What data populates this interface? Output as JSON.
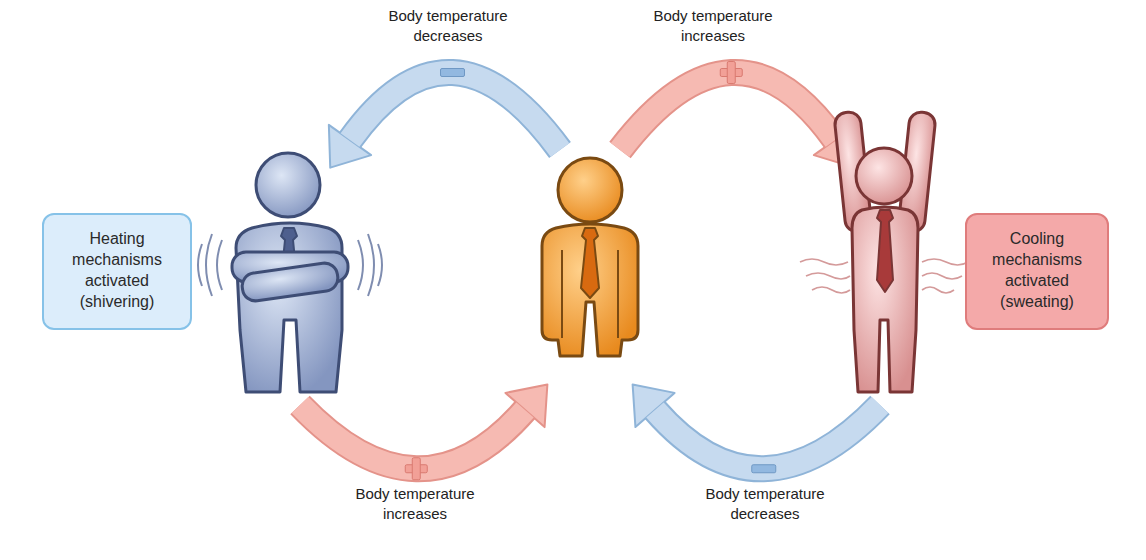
{
  "diagram": {
    "nodes": [
      {
        "text": [
          "Heating mechanisms activated (shivering)"
        ]
      },
      {
        "text": [
          "Cooling mechanisms activated (sweating)"
        ]
      }
    ],
    "labels": [
      "Body temperature decreases",
      "Body temperature increases",
      "Body temperature increases",
      "Body temperature decreases"
    ]
  }
}
